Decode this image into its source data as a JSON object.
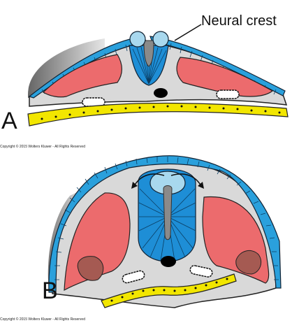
{
  "panel_a": {
    "letter": "A",
    "label_neural_crest": "Neural crest",
    "copyright": "Copyright © 2015 Wolters Kluwer - All Rights Reserved"
  },
  "panel_b": {
    "letter": "B",
    "copyright": "Copyright © 2015 Wolters Kluwer - All Rights Reserved"
  },
  "colors": {
    "ectoderm_blue": "#2aa0dc",
    "neural_tube_blue": "#1e8ed6",
    "crest_light_blue": "#a8d8ee",
    "somite_red": "#ec6b6d",
    "mesenchyme_gray": "#d9d9d9",
    "endoderm_yellow": "#f2e600",
    "dark_gray_edge": "#7f7f7f",
    "notochord_black": "#000000",
    "migrating_brown": "#a55a52"
  }
}
